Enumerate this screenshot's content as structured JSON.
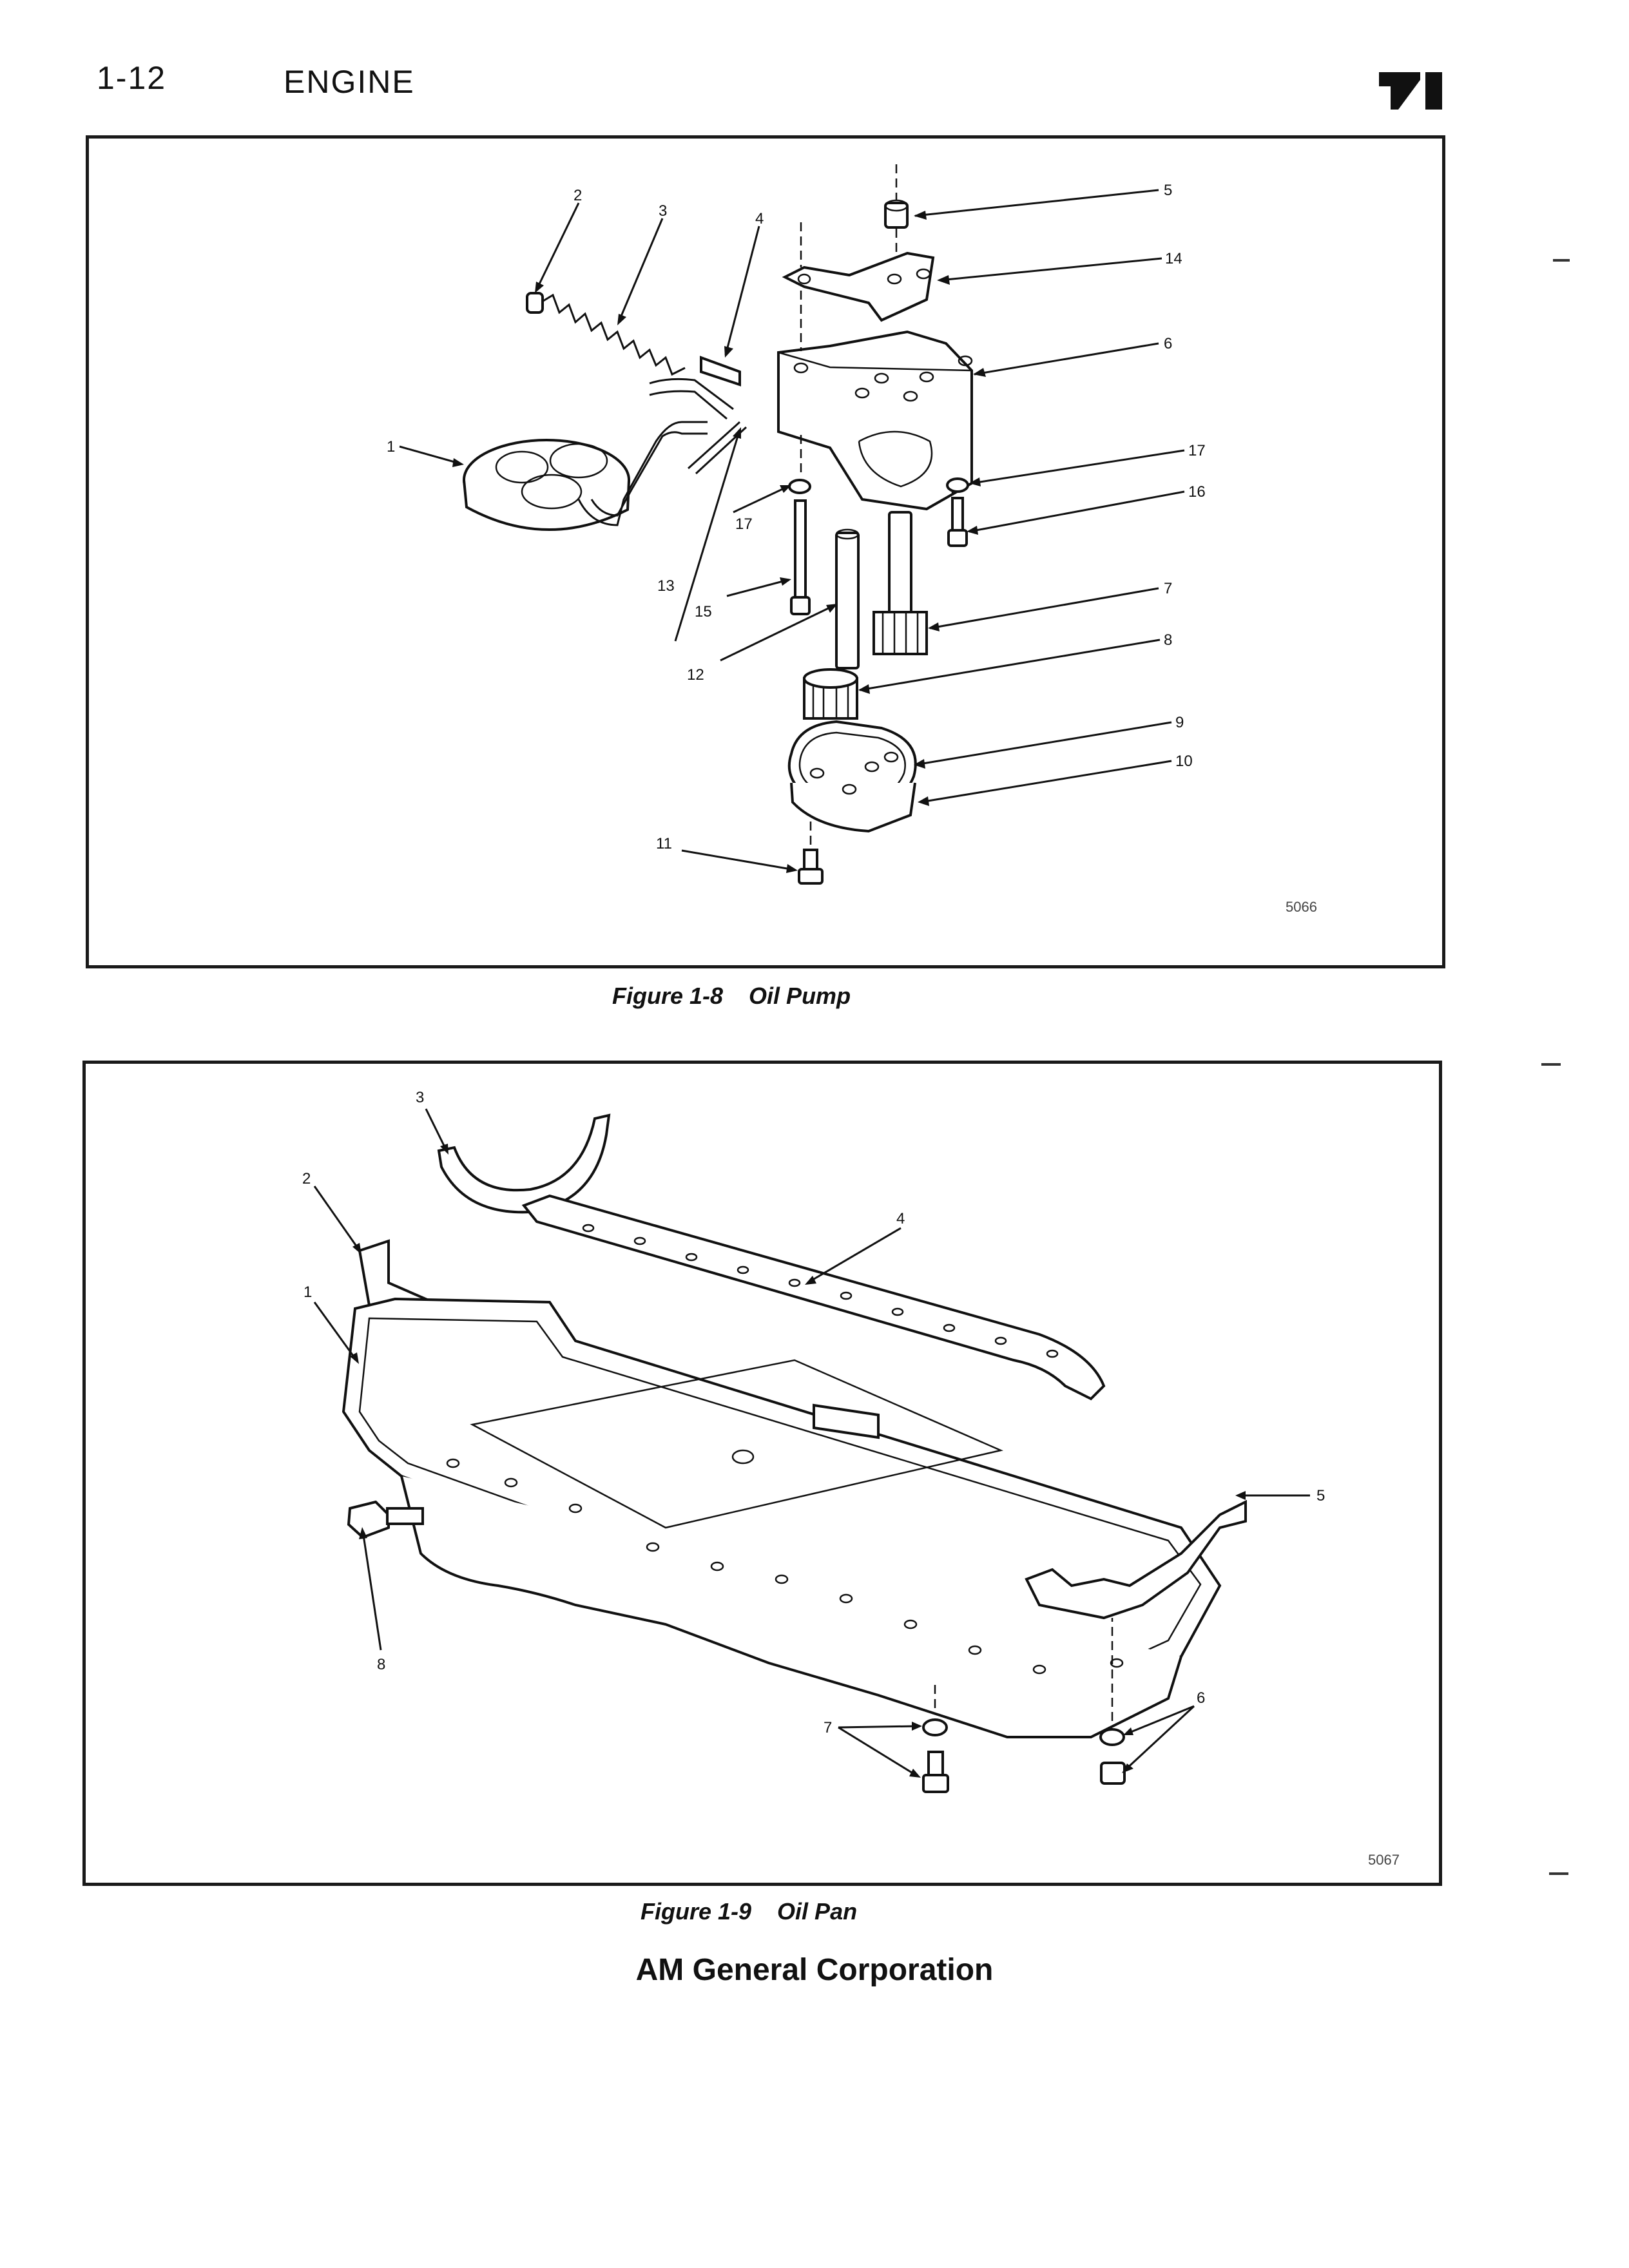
{
  "header": {
    "page_number": "1-12",
    "section": "ENGINE"
  },
  "figure_1": {
    "caption": "Figure 1-8    Oil Pump",
    "drawing_code": "5066",
    "callouts": [
      "1",
      "2",
      "3",
      "4",
      "5",
      "14",
      "6",
      "17",
      "16",
      "17",
      "13",
      "15",
      "7",
      "12",
      "8",
      "9",
      "10",
      "11"
    ]
  },
  "figure_2": {
    "caption": "Figure 1-9    Oil Pan",
    "drawing_code": "5067",
    "callouts": [
      "3",
      "2",
      "4",
      "1",
      "5",
      "8",
      "6",
      "7"
    ]
  },
  "footer": {
    "company": "AM General Corporation"
  },
  "icons": {
    "logo": "am-general-logo-icon"
  }
}
